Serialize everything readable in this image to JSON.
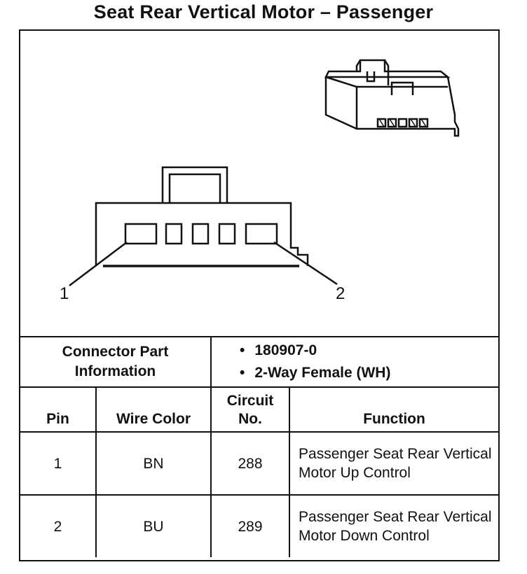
{
  "title": "Seat Rear Vertical Motor – Passenger",
  "diagram": {
    "pin_label_left": "1",
    "pin_label_right": "2"
  },
  "connector": {
    "label": "Connector Part Information",
    "items": [
      "180907-0",
      "2-Way Female (WH)"
    ]
  },
  "table": {
    "headers": {
      "pin": "Pin",
      "wire_color": "Wire Color",
      "circuit_no": "Circuit No.",
      "function": "Function"
    },
    "rows": [
      {
        "pin": "1",
        "wire_color": "BN",
        "circuit": "288",
        "function": "Passenger Seat Rear Vertical Motor Up Control"
      },
      {
        "pin": "2",
        "wire_color": "BU",
        "circuit": "289",
        "function": "Passenger Seat Rear Vertical Motor Down Control"
      }
    ]
  }
}
